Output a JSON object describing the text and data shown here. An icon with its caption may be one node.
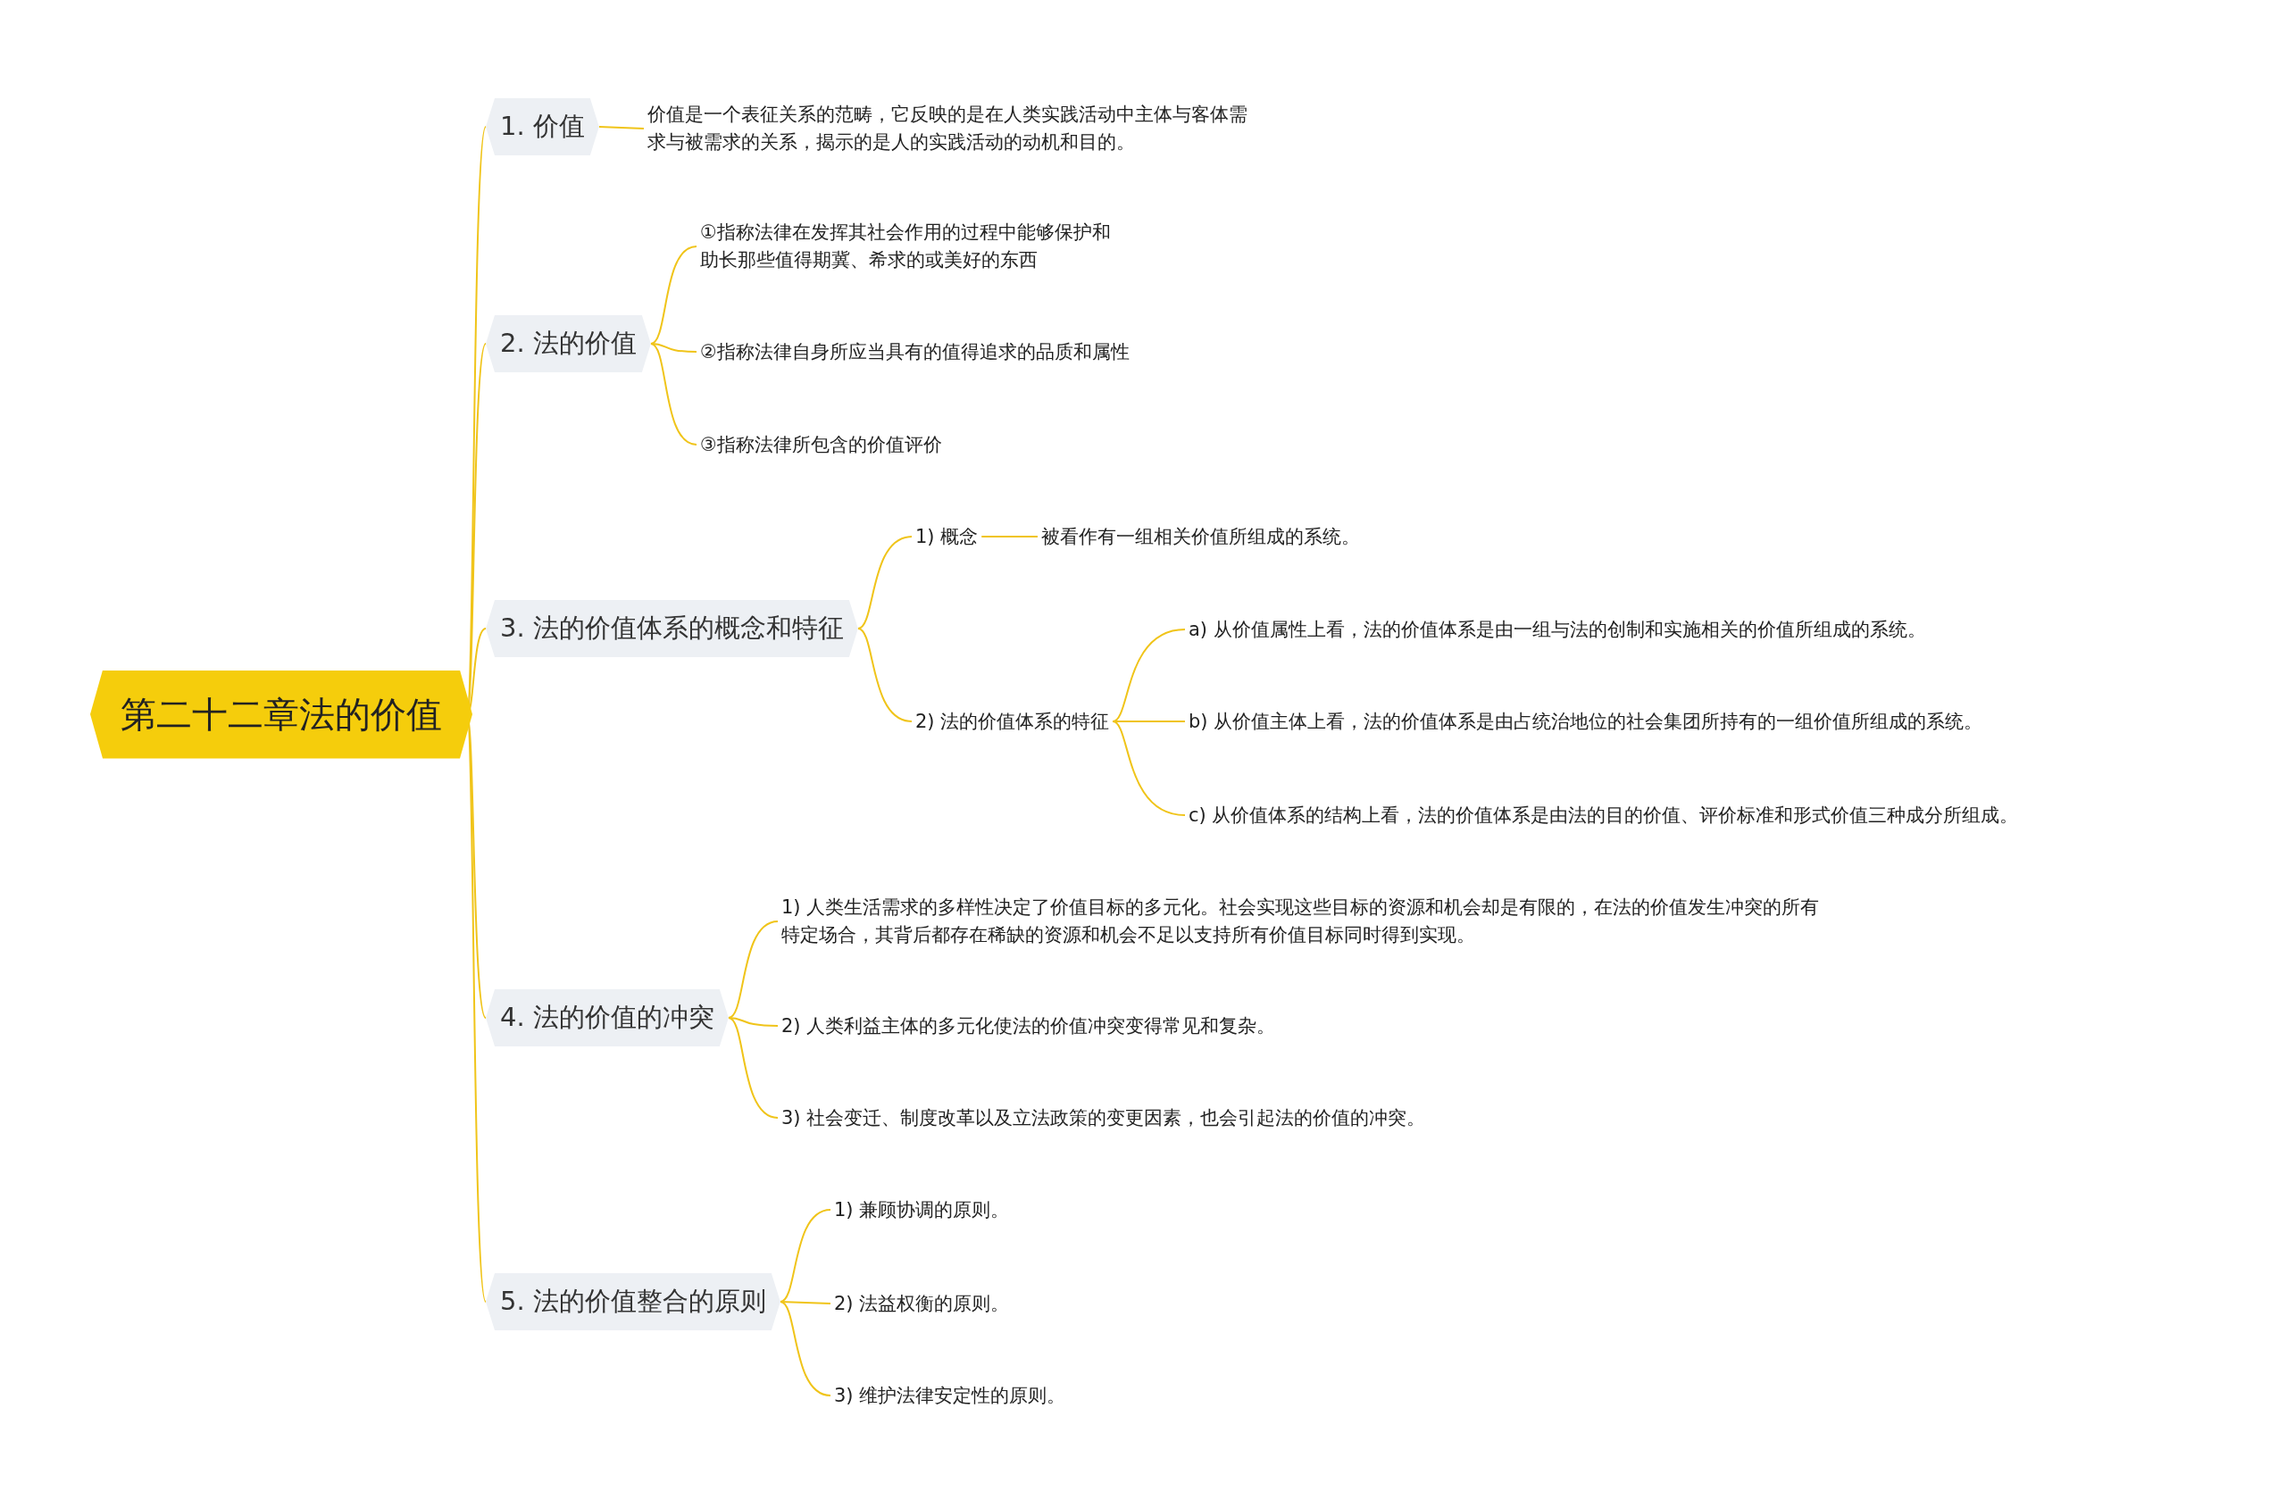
{
  "diagram": {
    "nodes": [
      {
        "text": [
          "第二十二章法的价值"
        ]
      },
      {
        "text": [
          "1. 价值"
        ]
      },
      {
        "text": [
          "价值是一个表征关系的范畴，它反映的是在人类实践活动中主体与客体需求与被需求的关系，揭示的是人的实践活动的动机和目的。"
        ]
      },
      {
        "text": [
          "2. 法的价值"
        ]
      },
      {
        "text": [
          "①指称法律在发挥其社会作用的过程中能够保护和助长那些值得期冀、希求的或美好的东西"
        ]
      },
      {
        "text": [
          "②指称法律自身所应当具有的值得追求的品质和属性"
        ]
      },
      {
        "text": [
          "③指称法律所包含的价值评价"
        ]
      },
      {
        "text": [
          "3. 法的价值体系的概念和特征"
        ]
      },
      {
        "text": [
          "1) 概念"
        ]
      },
      {
        "text": [
          "被看作有一组相关价值所组成的系统。"
        ]
      },
      {
        "text": [
          "2) 法的价值体系的特征"
        ]
      },
      {
        "text": [
          "a) 从价值属性上看，法的价值体系是由一组与法的创制和实施相关的价值所组成的系统。"
        ]
      },
      {
        "text": [
          "b) 从价值主体上看，法的价值体系是由占统治地位的社会集团所持有的一组价值所组成的系统。"
        ]
      },
      {
        "text": [
          "c) 从价值体系的结构上看，法的价值体系是由法的目的价值、评价标准和形式价值三种成分所组成。"
        ]
      },
      {
        "text": [
          "4. 法的价值的冲突"
        ]
      },
      {
        "text": [
          "1) 人类生活需求的多样性决定了价值目标的多元化。社会实现这些目标的资源和机会却是有限的，在法的价值发生冲突的所有特定场合，其背后都存在稀缺的资源和机会不足以支持所有价值目标同时得到实现。"
        ]
      },
      {
        "text": [
          "2) 人类利益主体的多元化使法的价值冲突变得常见和复杂。"
        ]
      },
      {
        "text": [
          "3) 社会变迁、制度改革以及立法政策的变更因素，也会引起法的价值的冲突。"
        ]
      },
      {
        "text": [
          "5. 法的价值整合的原则"
        ]
      },
      {
        "text": [
          "1) 兼顾协调的原则。"
        ]
      },
      {
        "text": [
          "2) 法益权衡的原则。"
        ]
      },
      {
        "text": [
          "3) 维护法律安定性的原则。"
        ]
      }
    ],
    "edges": [
      {
        "from": 0,
        "to": 1,
        "arrow": "none"
      },
      {
        "from": 1,
        "to": 2,
        "arrow": "none"
      },
      {
        "from": 0,
        "to": 3,
        "arrow": "none"
      },
      {
        "from": 3,
        "to": 4,
        "arrow": "none"
      },
      {
        "from": 3,
        "to": 5,
        "arrow": "none"
      },
      {
        "from": 3,
        "to": 6,
        "arrow": "none"
      },
      {
        "from": 0,
        "to": 7,
        "arrow": "none"
      },
      {
        "from": 7,
        "to": 8,
        "arrow": "none"
      },
      {
        "from": 8,
        "to": 9,
        "arrow": "none"
      },
      {
        "from": 7,
        "to": 10,
        "arrow": "none"
      },
      {
        "from": 10,
        "to": 11,
        "arrow": "none"
      },
      {
        "from": 10,
        "to": 12,
        "arrow": "none"
      },
      {
        "from": 10,
        "to": 13,
        "arrow": "none"
      },
      {
        "from": 0,
        "to": 14,
        "arrow": "none"
      },
      {
        "from": 14,
        "to": 15,
        "arrow": "none"
      },
      {
        "from": 14,
        "to": 16,
        "arrow": "none"
      },
      {
        "from": 14,
        "to": 17,
        "arrow": "none"
      },
      {
        "from": 0,
        "to": 18,
        "arrow": "none"
      },
      {
        "from": 18,
        "to": 19,
        "arrow": "none"
      },
      {
        "from": 18,
        "to": 20,
        "arrow": "none"
      },
      {
        "from": 18,
        "to": 21,
        "arrow": "none"
      }
    ]
  }
}
